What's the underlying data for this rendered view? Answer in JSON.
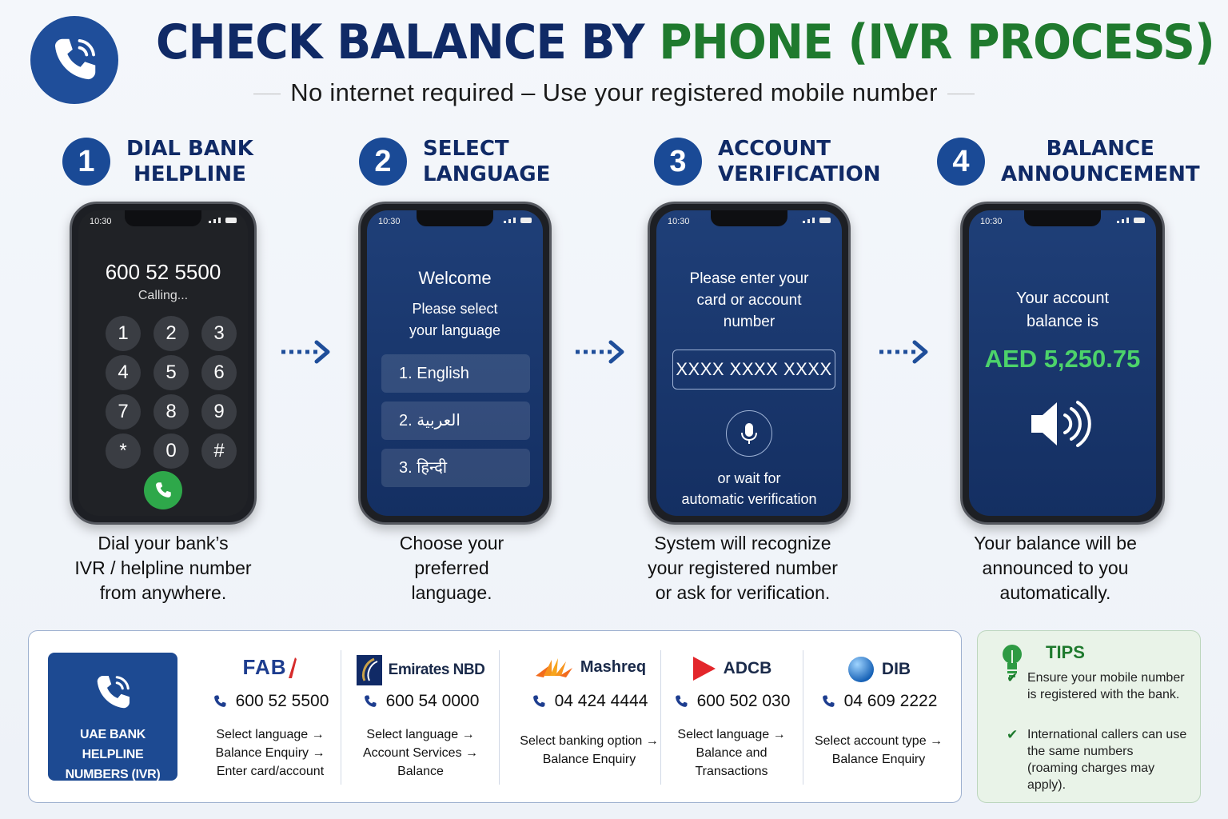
{
  "header": {
    "title_part1": "CHECK BALANCE BY ",
    "title_part2": "PHONE (IVR PROCESS)",
    "subtitle": "No internet required – Use your registered mobile number",
    "icon": "phone-ringing-icon"
  },
  "colors": {
    "navy": "#102a66",
    "green": "#1f7a2e",
    "step_blue": "#1a4a96",
    "screen_blue": "#1f3f78",
    "call_green": "#2ea84a",
    "amount_green": "#4cd36a"
  },
  "steps": [
    {
      "number": "1",
      "title": "DIAL BANK\nHELPLINE",
      "caption": "Dial your bank’s\nIVR / helpline number\nfrom anywhere.",
      "screen": {
        "time": "10:30",
        "number": "600 52 5500",
        "status": "Calling...",
        "keys": [
          "1",
          "2",
          "3",
          "4",
          "5",
          "6",
          "7",
          "8",
          "9",
          "*",
          "0",
          "#"
        ]
      }
    },
    {
      "number": "2",
      "title": "SELECT\nLANGUAGE",
      "caption": "Choose your\npreferred\nlanguage.",
      "screen": {
        "time": "10:30",
        "welcome": "Welcome",
        "prompt": "Please select\nyour language",
        "options": [
          "1.  English",
          "2.  العربية",
          "3.  हिन्दी"
        ]
      }
    },
    {
      "number": "3",
      "title": "ACCOUNT\nVERIFICATION",
      "caption": "System will recognize\nyour registered number\nor ask for verification.",
      "screen": {
        "time": "10:30",
        "prompt": "Please enter your\ncard or account\nnumber",
        "field_value": "XXXX XXXX XXXX",
        "alt": "or wait for\nautomatic verification"
      }
    },
    {
      "number": "4",
      "title": "BALANCE\nANNOUNCEMENT",
      "caption": "Your balance will be\nannounced to you\nautomatically.",
      "screen": {
        "time": "10:30",
        "label": "Your account\nbalance is",
        "amount": "AED 5,250.75"
      }
    }
  ],
  "banks_panel": {
    "tile_label": "UAE BANK HELPLINE\nNUMBERS (IVR)",
    "banks": [
      {
        "name": "FAB",
        "phone": "600 52 5500",
        "steps": "Select language →\nBalance Enquiry →\nEnter card/account"
      },
      {
        "name": "Emirates NBD",
        "phone": "600 54 0000",
        "steps": "Select language →\nAccount Services →\nBalance"
      },
      {
        "name": "Mashreq",
        "phone": "04 424 4444",
        "steps": "Select banking option →\nBalance Enquiry"
      },
      {
        "name": "ADCB",
        "phone": "600 502 030",
        "steps": "Select language →\nBalance and\nTransactions"
      },
      {
        "name": "DIB",
        "phone": "04 609 2222",
        "steps": "Select account type →\nBalance Enquiry"
      }
    ]
  },
  "tips": {
    "title": "TIPS",
    "items": [
      "Ensure your mobile number is registered with the bank.",
      "International callers can use the same numbers (roaming charges may apply)."
    ]
  }
}
